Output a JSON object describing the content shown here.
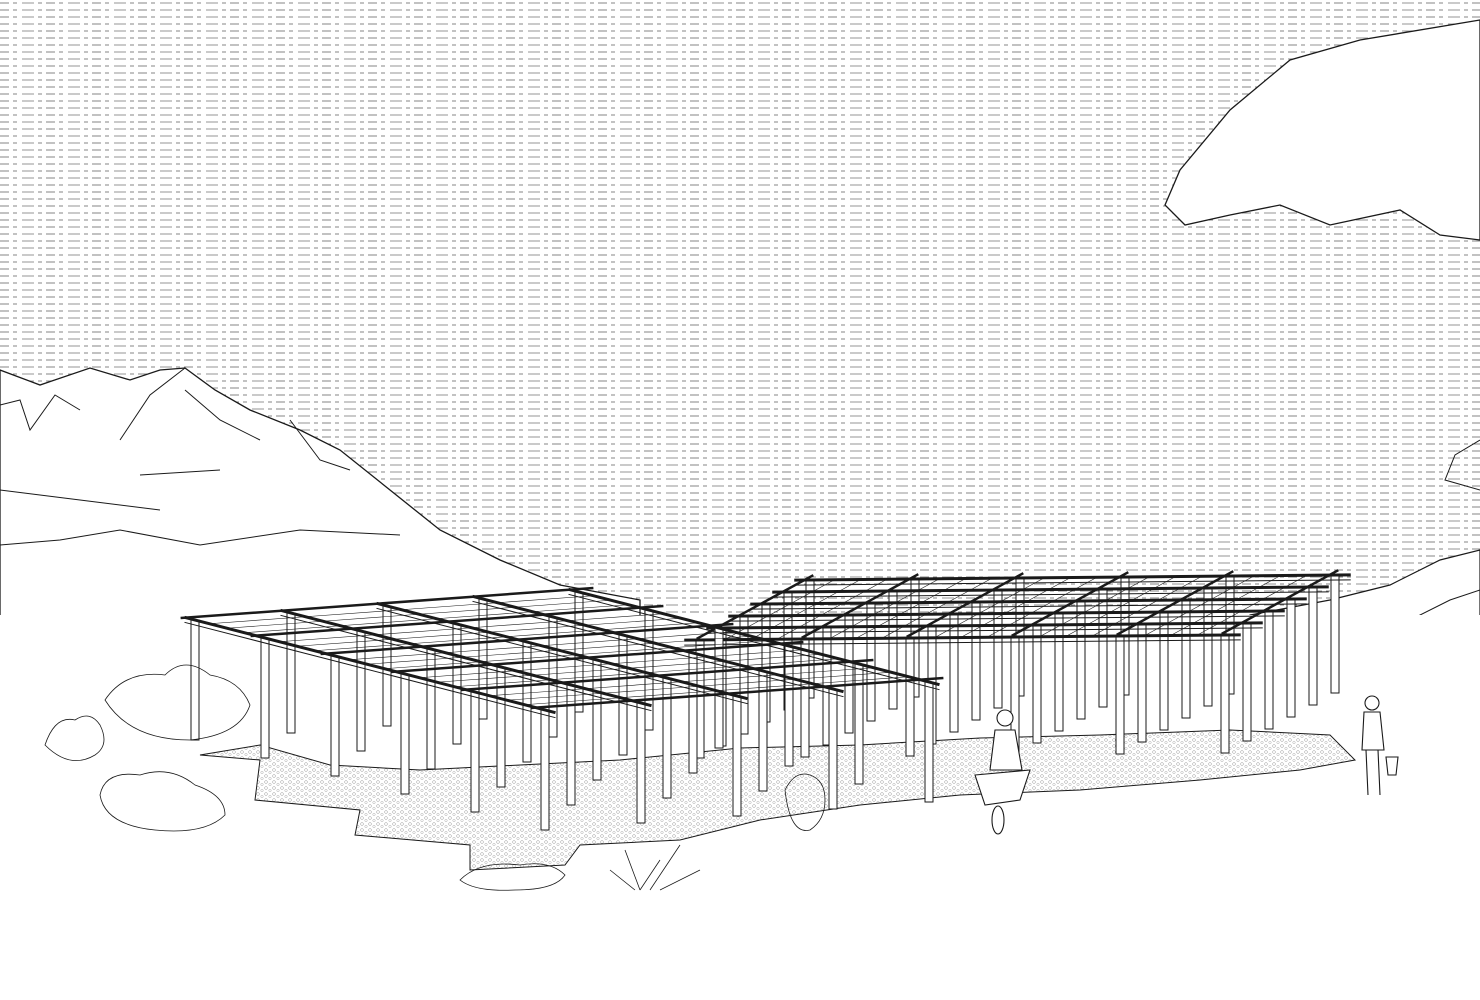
{
  "drawing": {
    "kind": "architectural perspective line drawing",
    "colors": {
      "line": "#1a1a1a",
      "sky_hatch": "#6a6a6a",
      "paving": "#bdbdbd",
      "background": "#ffffff"
    },
    "pergola_blocks": [
      {
        "name": "left-wing",
        "bays_long": 5,
        "bays_deep": 5
      },
      {
        "name": "right-wing",
        "bays_long": 5,
        "bays_deep": 4
      }
    ],
    "figures": [
      "person-with-wheelbarrow",
      "person-with-bucket"
    ]
  }
}
